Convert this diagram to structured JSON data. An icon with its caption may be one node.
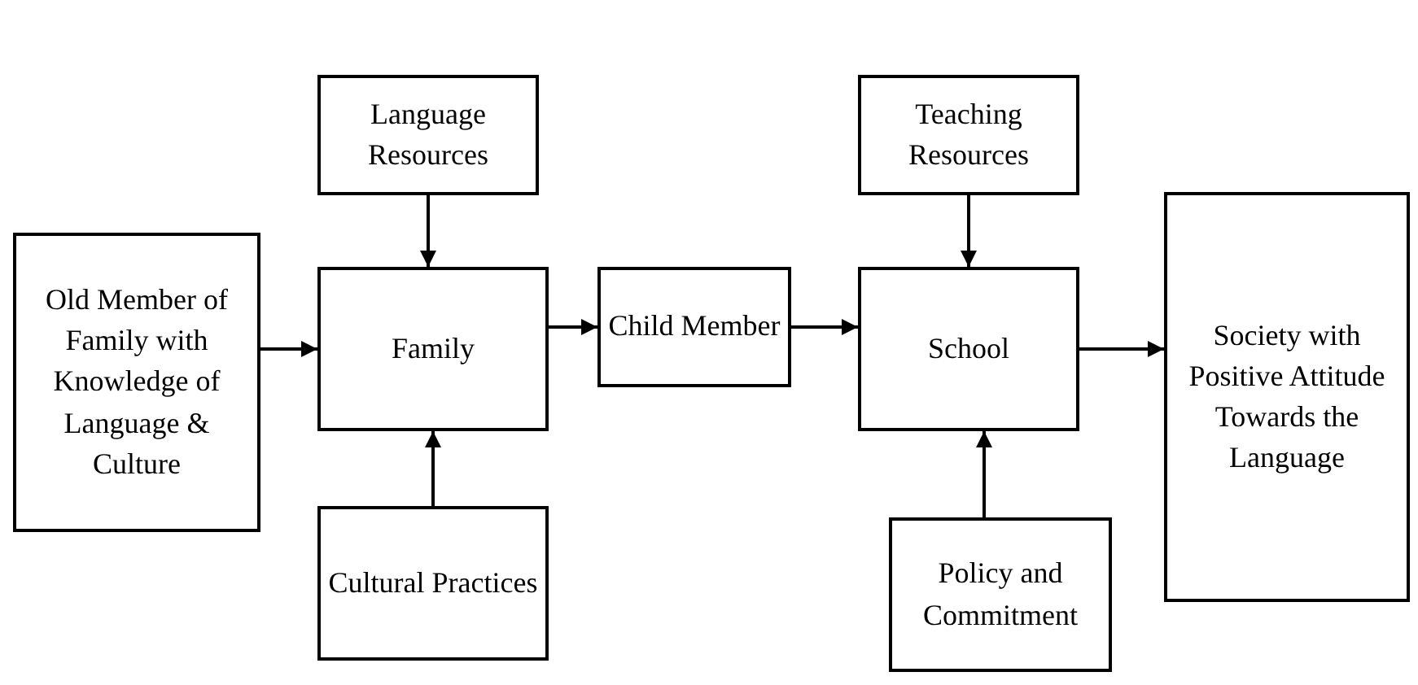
{
  "diagram": {
    "nodes": [
      {
        "text": [
          "Old Member of Family with Knowledge of Language & Culture"
        ]
      },
      {
        "text": [
          "Language Resources"
        ]
      },
      {
        "text": [
          "Family"
        ]
      },
      {
        "text": [
          "Cultural Practices"
        ]
      },
      {
        "text": [
          "Child Member"
        ]
      },
      {
        "text": [
          "Teaching Resources"
        ]
      },
      {
        "text": [
          "School"
        ]
      },
      {
        "text": [
          "Policy and Commitment"
        ]
      },
      {
        "text": [
          "Society with Positive Attitude Towards the Language"
        ]
      }
    ],
    "edges": [
      {
        "from": 0,
        "to": 2,
        "arrow": "to"
      },
      {
        "from": 1,
        "to": 2,
        "arrow": "to"
      },
      {
        "from": 3,
        "to": 2,
        "arrow": "to"
      },
      {
        "from": 2,
        "to": 4,
        "arrow": "to"
      },
      {
        "from": 4,
        "to": 6,
        "arrow": "to"
      },
      {
        "from": 5,
        "to": 6,
        "arrow": "to"
      },
      {
        "from": 7,
        "to": 6,
        "arrow": "to"
      },
      {
        "from": 6,
        "to": 8,
        "arrow": "to"
      }
    ]
  }
}
